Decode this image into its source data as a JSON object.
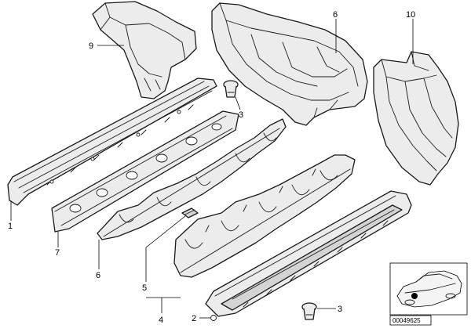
{
  "diagram": {
    "callouts": [
      {
        "id": "c1",
        "label": "1"
      },
      {
        "id": "c2",
        "label": "2"
      },
      {
        "id": "c3a",
        "label": "3"
      },
      {
        "id": "c3b",
        "label": "3"
      },
      {
        "id": "c4",
        "label": "4"
      },
      {
        "id": "c5",
        "label": "5"
      },
      {
        "id": "c6",
        "label": "6"
      },
      {
        "id": "c6b",
        "label": "6"
      },
      {
        "id": "c7",
        "label": "7"
      },
      {
        "id": "c9",
        "label": "9"
      },
      {
        "id": "c10",
        "label": "10"
      }
    ],
    "image_code": "00049625"
  }
}
